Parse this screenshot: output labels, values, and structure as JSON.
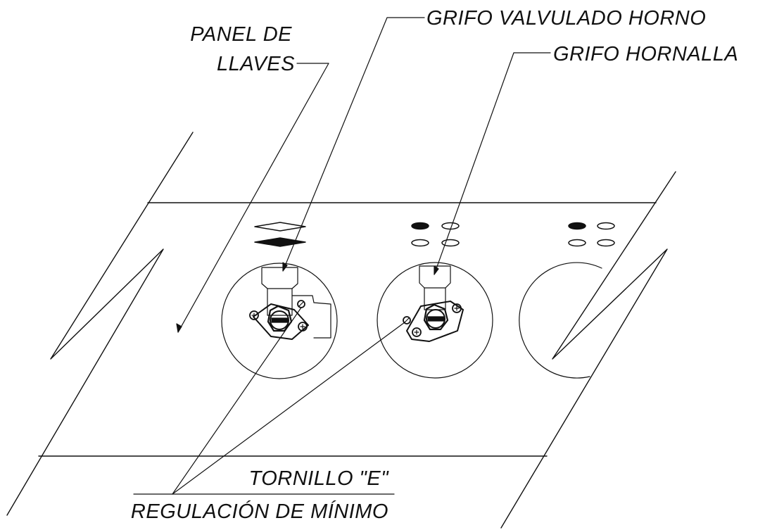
{
  "colors": {
    "line": "#111111",
    "background": "#ffffff"
  },
  "labels": {
    "panel_line1": "PANEL DE",
    "panel_line2": "LLAVES",
    "oven_valve": "GRIFO VALVULADO HORNO",
    "burner_valve": "GRIFO HORNALLA",
    "screw_line1": "TORNILLO \"E\"",
    "screw_line2": "REGULACIÓN DE MÍNIMO"
  },
  "components": {
    "panel": "panel-de-llaves",
    "valves": [
      "grifo-valvulado-horno",
      "grifo-hornalla",
      "grifo-parcial"
    ],
    "icons": [
      "oven-symbol-icon",
      "burner-symbol-icon",
      "burner-symbol-icon"
    ]
  }
}
